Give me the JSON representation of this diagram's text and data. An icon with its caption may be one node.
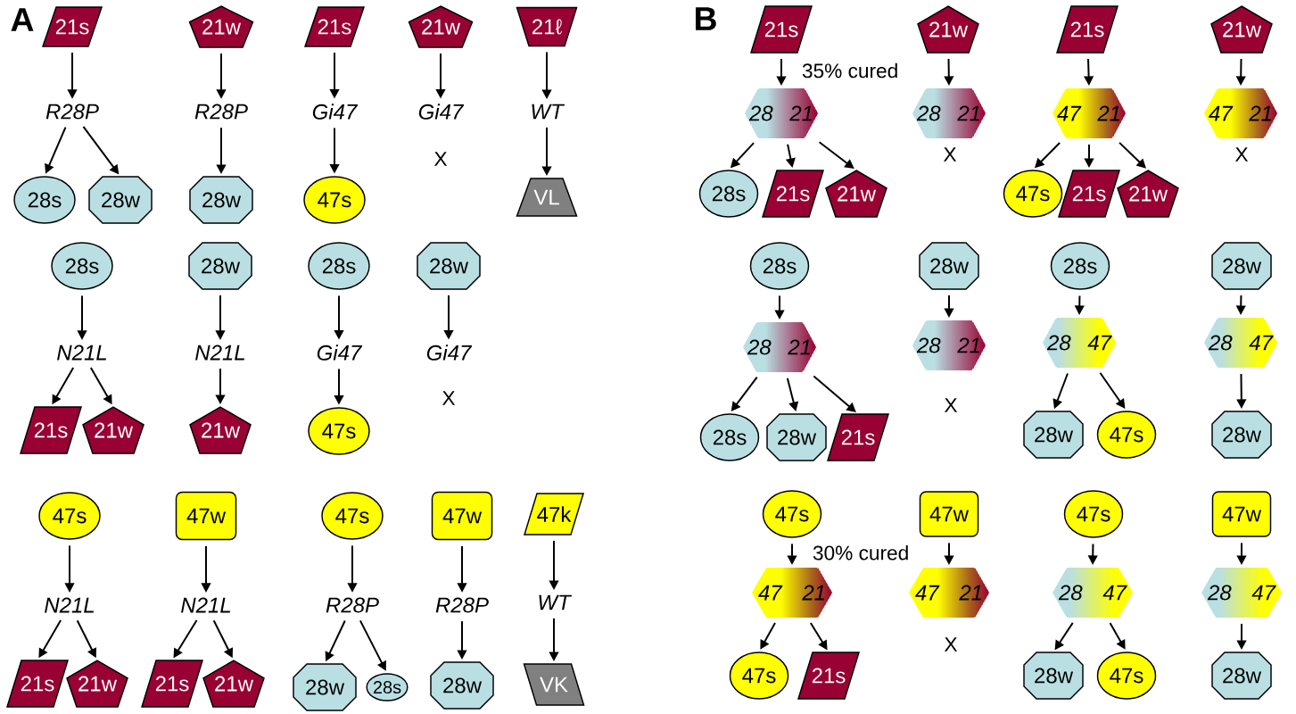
{
  "diagram": {
    "nodes": [
      {
        "text": [
          "21s"
        ]
      },
      {
        "text": [
          "R28P"
        ]
      },
      {
        "text": [
          "28s"
        ]
      },
      {
        "text": [
          "28w"
        ]
      },
      {
        "text": [
          "21w"
        ]
      },
      {
        "text": [
          "R28P"
        ]
      },
      {
        "text": [
          "28w"
        ]
      },
      {
        "text": [
          "21s"
        ]
      },
      {
        "text": [
          "Gi47"
        ]
      },
      {
        "text": [
          "47s"
        ]
      },
      {
        "text": [
          "21w"
        ]
      },
      {
        "text": [
          "Gi47"
        ]
      },
      {
        "text": [
          "21ℓ"
        ]
      },
      {
        "text": [
          "WT"
        ]
      },
      {
        "text": [
          "VL"
        ]
      },
      {
        "text": [
          "28s"
        ]
      },
      {
        "text": [
          "N21L"
        ]
      },
      {
        "text": [
          "21s"
        ]
      },
      {
        "text": [
          "21w"
        ]
      },
      {
        "text": [
          "28w"
        ]
      },
      {
        "text": [
          "N21L"
        ]
      },
      {
        "text": [
          "21w"
        ]
      },
      {
        "text": [
          "28s"
        ]
      },
      {
        "text": [
          "Gi47"
        ]
      },
      {
        "text": [
          "47s"
        ]
      },
      {
        "text": [
          "28w"
        ]
      },
      {
        "text": [
          "Gi47"
        ]
      },
      {
        "text": [
          "47s"
        ]
      },
      {
        "text": [
          "N21L"
        ]
      },
      {
        "text": [
          "21s"
        ]
      },
      {
        "text": [
          "21w"
        ]
      },
      {
        "text": [
          "47w"
        ]
      },
      {
        "text": [
          "N21L"
        ]
      },
      {
        "text": [
          "21s"
        ]
      },
      {
        "text": [
          "21w"
        ]
      },
      {
        "text": [
          "47s"
        ]
      },
      {
        "text": [
          "R28P"
        ]
      },
      {
        "text": [
          "28w"
        ]
      },
      {
        "text": [
          "28s"
        ]
      },
      {
        "text": [
          "47w"
        ]
      },
      {
        "text": [
          "R28P"
        ]
      },
      {
        "text": [
          "28w"
        ]
      },
      {
        "text": [
          "47k"
        ]
      },
      {
        "text": [
          "WT"
        ]
      },
      {
        "text": [
          "VK"
        ]
      },
      {
        "text": [
          "21s"
        ]
      },
      {
        "text": [
          "28",
          "21"
        ]
      },
      {
        "text": [
          "28s"
        ]
      },
      {
        "text": [
          "21s"
        ]
      },
      {
        "text": [
          "21w"
        ]
      },
      {
        "text": [
          "21w"
        ]
      },
      {
        "text": [
          "28",
          "21"
        ]
      },
      {
        "text": [
          "21s"
        ]
      },
      {
        "text": [
          "47",
          "21"
        ]
      },
      {
        "text": [
          "47s"
        ]
      },
      {
        "text": [
          "21s"
        ]
      },
      {
        "text": [
          "21w"
        ]
      },
      {
        "text": [
          "21w"
        ]
      },
      {
        "text": [
          "47",
          "21"
        ]
      },
      {
        "text": [
          "28s"
        ]
      },
      {
        "text": [
          "28",
          "21"
        ]
      },
      {
        "text": [
          "28s"
        ]
      },
      {
        "text": [
          "28w"
        ]
      },
      {
        "text": [
          "21s"
        ]
      },
      {
        "text": [
          "28w"
        ]
      },
      {
        "text": [
          "28",
          "21"
        ]
      },
      {
        "text": [
          "28s"
        ]
      },
      {
        "text": [
          "28",
          "47"
        ]
      },
      {
        "text": [
          "28w"
        ]
      },
      {
        "text": [
          "47s"
        ]
      },
      {
        "text": [
          "28w"
        ]
      },
      {
        "text": [
          "28",
          "47"
        ]
      },
      {
        "text": [
          "28w"
        ]
      },
      {
        "text": [
          "47s"
        ]
      },
      {
        "text": [
          "47",
          "21"
        ]
      },
      {
        "text": [
          "47s"
        ]
      },
      {
        "text": [
          "21s"
        ]
      },
      {
        "text": [
          "47w"
        ]
      },
      {
        "text": [
          "47",
          "21"
        ]
      },
      {
        "text": [
          "47s"
        ]
      },
      {
        "text": [
          "28",
          "47"
        ]
      },
      {
        "text": [
          "28w"
        ]
      },
      {
        "text": [
          "47s"
        ]
      },
      {
        "text": [
          "47w"
        ]
      },
      {
        "text": [
          "28",
          "47"
        ]
      },
      {
        "text": [
          "28w"
        ]
      }
    ],
    "edges": [
      {
        "from": 0,
        "to": 1,
        "arrow": "to"
      },
      {
        "from": 1,
        "to": 2,
        "arrow": "to"
      },
      {
        "from": 1,
        "to": 3,
        "arrow": "to"
      },
      {
        "from": 4,
        "to": 5,
        "arrow": "to"
      },
      {
        "from": 5,
        "to": 6,
        "arrow": "to"
      },
      {
        "from": 7,
        "to": 8,
        "arrow": "to"
      },
      {
        "from": 8,
        "to": 9,
        "arrow": "to"
      },
      {
        "from": 10,
        "to": 11,
        "arrow": "to"
      },
      {
        "from": 12,
        "to": 13,
        "arrow": "to"
      },
      {
        "from": 13,
        "to": 14,
        "arrow": "to"
      },
      {
        "from": 15,
        "to": 16,
        "arrow": "to"
      },
      {
        "from": 16,
        "to": 17,
        "arrow": "to"
      },
      {
        "from": 16,
        "to": 18,
        "arrow": "to"
      },
      {
        "from": 19,
        "to": 20,
        "arrow": "to"
      },
      {
        "from": 20,
        "to": 21,
        "arrow": "to"
      },
      {
        "from": 22,
        "to": 23,
        "arrow": "to"
      },
      {
        "from": 23,
        "to": 24,
        "arrow": "to"
      },
      {
        "from": 25,
        "to": 26,
        "arrow": "to"
      },
      {
        "from": 27,
        "to": 28,
        "arrow": "to"
      },
      {
        "from": 28,
        "to": 29,
        "arrow": "to"
      },
      {
        "from": 28,
        "to": 30,
        "arrow": "to"
      },
      {
        "from": 31,
        "to": 32,
        "arrow": "to"
      },
      {
        "from": 32,
        "to": 33,
        "arrow": "to"
      },
      {
        "from": 32,
        "to": 34,
        "arrow": "to"
      },
      {
        "from": 35,
        "to": 36,
        "arrow": "to"
      },
      {
        "from": 36,
        "to": 37,
        "arrow": "to"
      },
      {
        "from": 36,
        "to": 38,
        "arrow": "to"
      },
      {
        "from": 39,
        "to": 40,
        "arrow": "to"
      },
      {
        "from": 40,
        "to": 41,
        "arrow": "to"
      },
      {
        "from": 42,
        "to": 43,
        "arrow": "to"
      },
      {
        "from": 43,
        "to": 44,
        "arrow": "to"
      },
      {
        "from": 45,
        "to": 46,
        "arrow": "to",
        "label": "35% cured"
      },
      {
        "from": 46,
        "to": 47,
        "arrow": "to"
      },
      {
        "from": 46,
        "to": 48,
        "arrow": "to"
      },
      {
        "from": 46,
        "to": 49,
        "arrow": "to"
      },
      {
        "from": 50,
        "to": 51,
        "arrow": "to"
      },
      {
        "from": 52,
        "to": 53,
        "arrow": "to"
      },
      {
        "from": 53,
        "to": 54,
        "arrow": "to"
      },
      {
        "from": 53,
        "to": 55,
        "arrow": "to"
      },
      {
        "from": 53,
        "to": 56,
        "arrow": "to"
      },
      {
        "from": 57,
        "to": 58,
        "arrow": "to"
      },
      {
        "from": 59,
        "to": 60,
        "arrow": "to"
      },
      {
        "from": 60,
        "to": 61,
        "arrow": "to"
      },
      {
        "from": 60,
        "to": 62,
        "arrow": "to"
      },
      {
        "from": 60,
        "to": 63,
        "arrow": "to"
      },
      {
        "from": 64,
        "to": 65,
        "arrow": "to"
      },
      {
        "from": 66,
        "to": 67,
        "arrow": "to"
      },
      {
        "from": 67,
        "to": 68,
        "arrow": "to"
      },
      {
        "from": 67,
        "to": 69,
        "arrow": "to"
      },
      {
        "from": 70,
        "to": 71,
        "arrow": "to"
      },
      {
        "from": 71,
        "to": 72,
        "arrow": "to"
      },
      {
        "from": 73,
        "to": 74,
        "arrow": "to",
        "label": "30% cured"
      },
      {
        "from": 74,
        "to": 75,
        "arrow": "to"
      },
      {
        "from": 74,
        "to": 76,
        "arrow": "to"
      },
      {
        "from": 77,
        "to": 78,
        "arrow": "to"
      },
      {
        "from": 79,
        "to": 80,
        "arrow": "to"
      },
      {
        "from": 80,
        "to": 81,
        "arrow": "to"
      },
      {
        "from": 80,
        "to": 82,
        "arrow": "to"
      },
      {
        "from": 83,
        "to": 84,
        "arrow": "to"
      },
      {
        "from": 84,
        "to": 85,
        "arrow": "to"
      }
    ],
    "labels": [
      "A",
      "X",
      "X",
      "B",
      "X",
      "X",
      "X",
      "X"
    ]
  }
}
